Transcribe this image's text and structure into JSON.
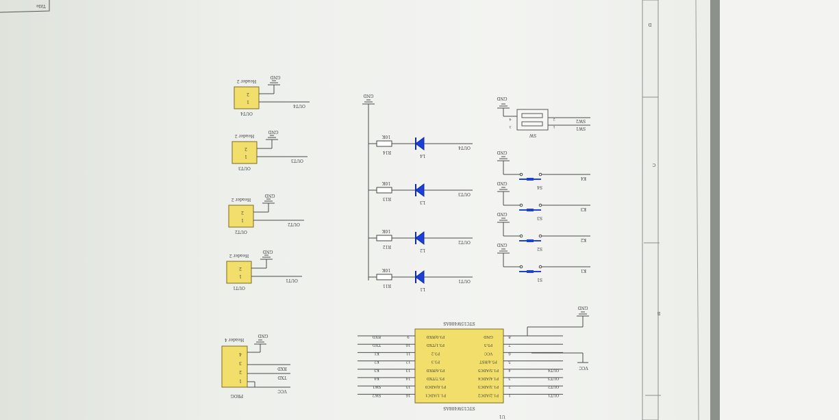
{
  "sheet": {
    "title_block_label": "Title",
    "zone_labels": [
      "D",
      "C",
      "B"
    ]
  },
  "components": {
    "headers": [
      {
        "ref": "OUT4",
        "type": "Header 2",
        "gnd": "GND",
        "pins": [
          "2",
          "1"
        ],
        "net": "OUT4"
      },
      {
        "ref": "OUT3",
        "type": "Header 2",
        "gnd": "GND",
        "pins": [
          "2",
          "1"
        ],
        "net": "OUT3"
      },
      {
        "ref": "OUT2",
        "type": "Header 2",
        "gnd": "GND",
        "pins": [
          "2",
          "1"
        ],
        "net": "OUT2"
      },
      {
        "ref": "OUT1",
        "type": "Header 2",
        "gnd": "GND",
        "pins": [
          "2",
          "1"
        ],
        "net": "OUT1"
      }
    ],
    "prog": {
      "ref": "PROG",
      "type": "Header 4",
      "gnd": "GND",
      "pins": [
        "4",
        "3",
        "2",
        "1"
      ],
      "nets": [
        "RXD",
        "TXD",
        "VCC"
      ]
    },
    "led_gnd": "GND",
    "leds": [
      {
        "res": "R14",
        "val": "10K",
        "led": "L4",
        "net": "OUT4"
      },
      {
        "res": "R13",
        "val": "10K",
        "led": "L3",
        "net": "OUT3"
      },
      {
        "res": "R12",
        "val": "10K",
        "led": "L2",
        "net": "OUT2"
      },
      {
        "res": "R11",
        "val": "10K",
        "led": "L1",
        "net": "OUT1"
      }
    ],
    "sw": {
      "ref": "SW",
      "gnd": "GND",
      "pins": [
        "4",
        "3",
        "2",
        "1"
      ],
      "nets": [
        "SW2",
        "SW1"
      ]
    },
    "keys": [
      {
        "ref": "S4",
        "gnd": "GND",
        "net": "K4"
      },
      {
        "ref": "S3",
        "gnd": "GND",
        "net": "K3"
      },
      {
        "ref": "S2",
        "gnd": "GND",
        "net": "K2"
      },
      {
        "ref": "S1",
        "gnd": "GND",
        "net": "K1"
      }
    ],
    "mcu": {
      "ref": "U1",
      "part": "STC15W408AS",
      "gnd": "GND",
      "vcc": "VCC",
      "left_pins": [
        {
          "num": "9",
          "net": "RXD",
          "name": "P3.0/RXD"
        },
        {
          "num": "10",
          "net": "TXD",
          "name": "P3.1/TXD"
        },
        {
          "num": "11",
          "net": "K1",
          "name": "P3.2"
        },
        {
          "num": "12",
          "net": "K2",
          "name": "P3.3"
        },
        {
          "num": "13",
          "net": "K3",
          "name": "P3.6/RXD"
        },
        {
          "num": "14",
          "net": "K4",
          "name": "P3.7/TXD"
        },
        {
          "num": "15",
          "net": "SW1",
          "name": "P1.0/ADC0"
        },
        {
          "num": "16",
          "net": "SW2",
          "name": "P1.1/ADC1"
        }
      ],
      "right_pins": [
        {
          "num": "8",
          "net": "",
          "name": "GND"
        },
        {
          "num": "7",
          "net": "",
          "name": "P5.5"
        },
        {
          "num": "6",
          "net": "",
          "name": "VCC"
        },
        {
          "num": "5",
          "net": "",
          "name": "P5.4/RST"
        },
        {
          "num": "4",
          "net": "OUT4",
          "name": "P1.5/ADC5"
        },
        {
          "num": "3",
          "net": "OUT3",
          "name": "P1.4/ADC4"
        },
        {
          "num": "2",
          "net": "OUT2",
          "name": "P1.3/ADC3"
        },
        {
          "num": "1",
          "net": "OUT1",
          "name": "P1.2/ADC2"
        }
      ]
    }
  }
}
